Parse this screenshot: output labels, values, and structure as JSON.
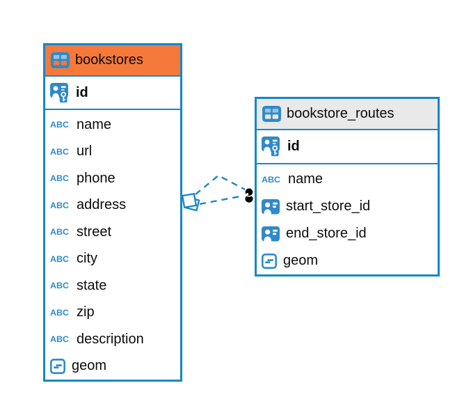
{
  "colors": {
    "accent_blue": "#1587c9",
    "icon_blue": "#2e8ac9",
    "bookstores_header": "#f5793b",
    "routes_header": "#e9e9e9",
    "text": "#0c0c0c",
    "connector_endpoint": "#000000",
    "background": "#ffffff"
  },
  "icons": {
    "table_icon": "table-grid",
    "primary_key_icon": "person-badge-with-key",
    "foreign_key_icon": "person-badge",
    "text_type_label": "ABC",
    "geometry_icon": "rounded-square-with-dashes"
  },
  "tables": [
    {
      "name": "bookstores",
      "header_style": "orange",
      "primary_key": {
        "label": "id"
      },
      "columns": [
        {
          "label": "name",
          "type": "text"
        },
        {
          "label": "url",
          "type": "text"
        },
        {
          "label": "phone",
          "type": "text"
        },
        {
          "label": "address",
          "type": "text"
        },
        {
          "label": "street",
          "type": "text"
        },
        {
          "label": "city",
          "type": "text"
        },
        {
          "label": "state",
          "type": "text"
        },
        {
          "label": "zip",
          "type": "text"
        },
        {
          "label": "description",
          "type": "text"
        },
        {
          "label": "geom",
          "type": "geometry"
        }
      ]
    },
    {
      "name": "bookstore_routes",
      "header_style": "gray",
      "primary_key": {
        "label": "id"
      },
      "columns": [
        {
          "label": "name",
          "type": "text"
        },
        {
          "label": "start_store_id",
          "type": "fk"
        },
        {
          "label": "end_store_id",
          "type": "fk"
        },
        {
          "label": "geom",
          "type": "geometry"
        }
      ]
    }
  ],
  "relationship": {
    "from": "bookstores",
    "to": "bookstore_routes",
    "line_count": 2,
    "line_style": "dashed"
  }
}
